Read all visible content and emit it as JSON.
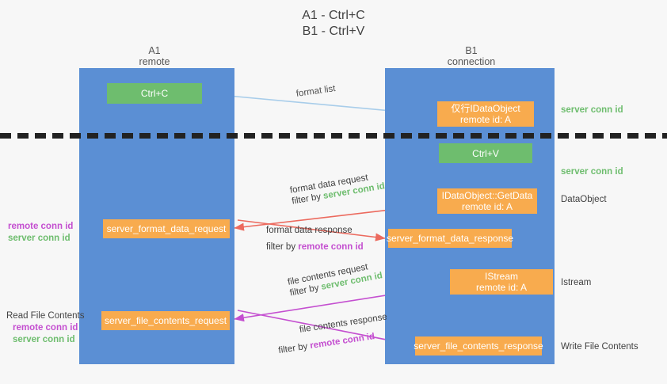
{
  "title": {
    "line1": "A1 - Ctrl+C",
    "line2": "B1 - Ctrl+V"
  },
  "columns": [
    {
      "name": "A1",
      "role": "remote",
      "color": "#5b8fd4"
    },
    {
      "name": "B1",
      "role": "connection",
      "color": "#5b8fd4"
    }
  ],
  "colors": {
    "column": "#5b8fd4",
    "orange_box": "#f8ab4e",
    "green_box": "#6ebd6e",
    "server_conn_id": "#6ebd6e",
    "remote_conn_id": "#c44fd0",
    "arrow_format_list": "#a8cdea",
    "arrow_format_data": "#ec6a5e",
    "arrow_file_contents": "#c44fd0",
    "arrow_internal": "#1a1a1a",
    "divider": "#222222"
  },
  "boxes": {
    "ctrl_c": "Ctrl+C",
    "ctrl_v": "Ctrl+V",
    "idataobject_top_line1": "仅行IDataObject",
    "idataobject_top_line2": "remote id: A",
    "getdata_line1": "IDataObject::GetData",
    "getdata_line2": "remote id: A",
    "istream_line1": "IStream",
    "istream_line2": "remote id: A",
    "server_format_data_request": "server_format_data_request",
    "server_format_data_response": "server_format_data_response",
    "server_file_contents_request": "server_file_contents_request",
    "server_file_contents_response": "server_file_contents_response"
  },
  "arrow_labels": {
    "format_list": "format list",
    "format_data_request": "format data request",
    "format_data_request_filter_prefix": "filter by ",
    "format_data_request_filter_value": "server conn id",
    "format_data_response": "format data response",
    "format_data_response_filter_prefix": "filter by ",
    "format_data_response_filter_value": "remote conn id",
    "file_contents_request": "file contents request",
    "file_contents_request_filter_prefix": "filter by ",
    "file_contents_request_filter_value": "server conn id",
    "file_contents_response": "file contents response",
    "file_contents_response_filter_prefix": "filter by ",
    "file_contents_response_filter_value": "remote conn id"
  },
  "side_labels": {
    "left_mid_remote": "remote conn id",
    "left_mid_server": "server conn id",
    "left_read_title": "Read File Contents",
    "left_read_remote": "remote conn id",
    "left_read_server": "server conn id",
    "right_server_conn_top": "server conn id",
    "right_server_conn_mid": "server conn id",
    "right_dataobject": "DataObject",
    "right_istream": "Istream",
    "right_write_file_contents": "Write File Contents"
  }
}
